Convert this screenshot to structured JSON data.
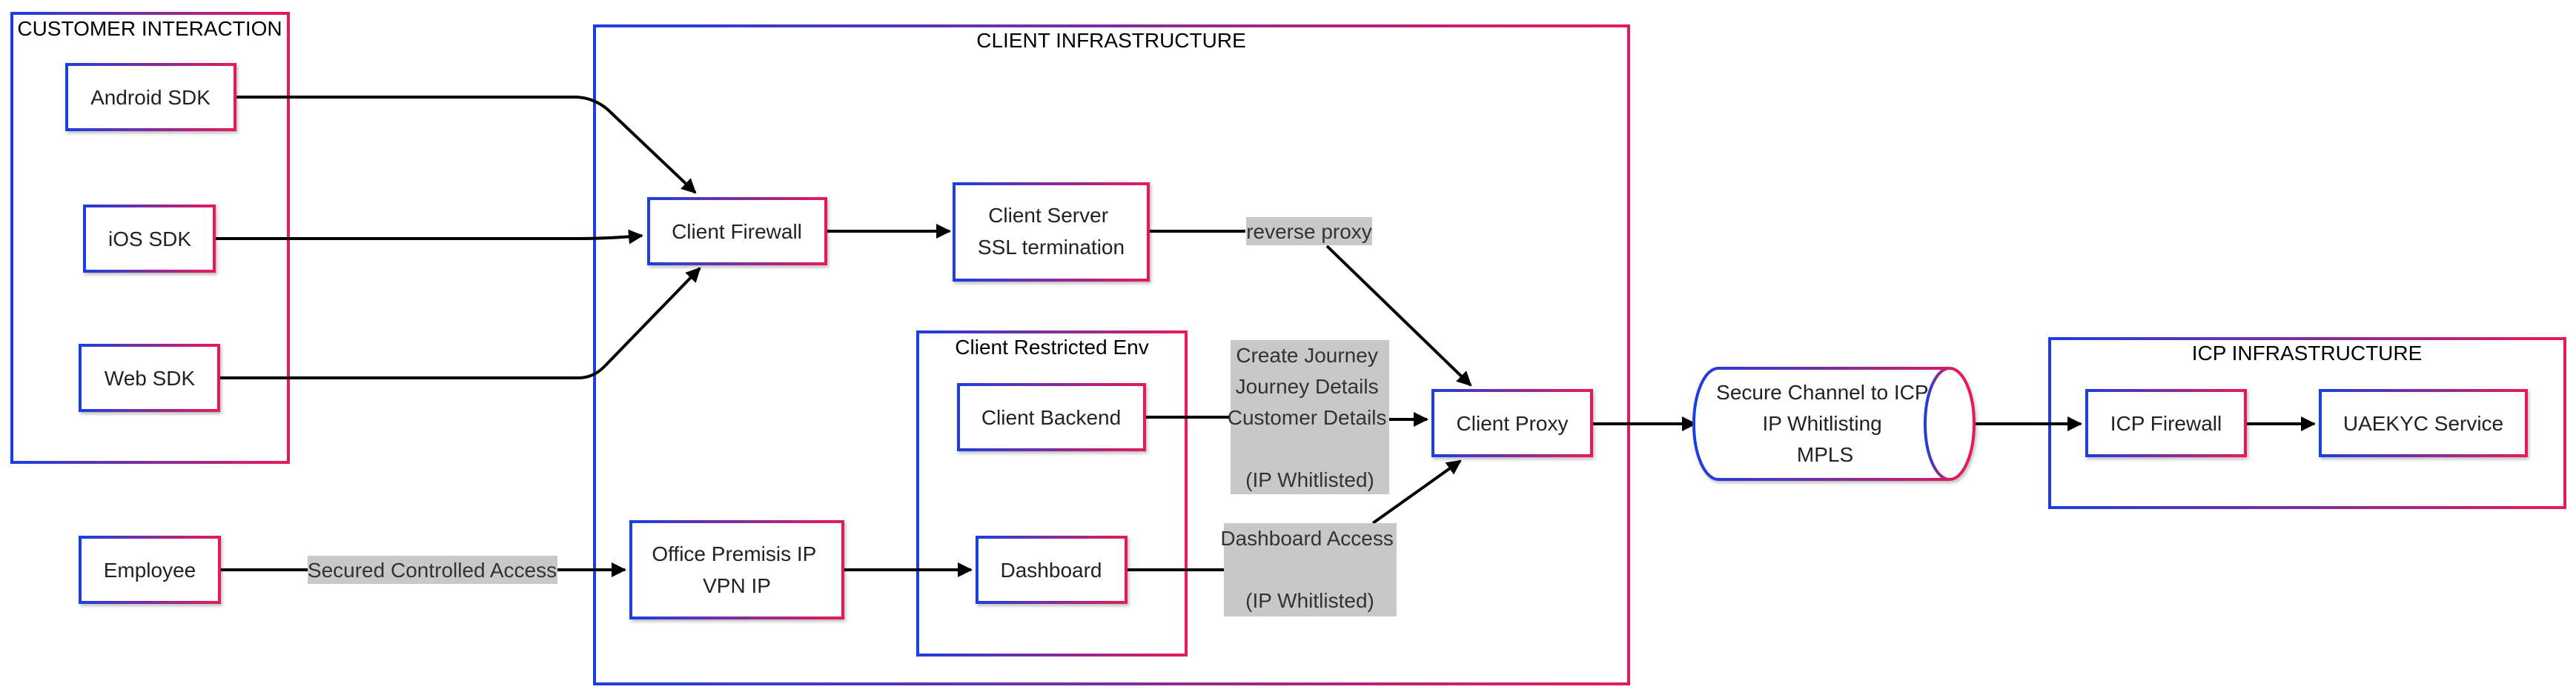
{
  "colors": {
    "grad_start": "#1a3fe0",
    "grad_end": "#e8195a",
    "label_bg": "#c8c8c8",
    "edge": "#000000"
  },
  "clusters": {
    "customer": "CUSTOMER INTERACTION",
    "client_infra": "CLIENT INFRASTRUCTURE",
    "restricted": "Client Restricted Env",
    "icp_infra": "ICP INFRASTRUCTURE"
  },
  "nodes": {
    "android": "Android SDK",
    "ios": "iOS SDK",
    "web": "Web SDK",
    "employee": "Employee",
    "firewall": "Client Firewall",
    "server": [
      "Client Server",
      "SSL termination"
    ],
    "backend": "Client Backend",
    "dashboard": "Dashboard",
    "office": [
      "Office Premisis IP",
      "VPN IP"
    ],
    "proxy": "Client Proxy",
    "channel": [
      "Secure Channel to ICP",
      "IP Whitlisting",
      "MPLS"
    ],
    "icp_firewall": "ICP Firewall",
    "uaekyc": "UAEKYC Service"
  },
  "edge_labels": {
    "reverse_proxy": "reverse proxy",
    "secured_access": "Secured Controlled Access",
    "backend_to_proxy": [
      "Create Journey",
      "Journey Details",
      "Customer Details",
      "",
      "(IP Whitlisted)"
    ],
    "dashboard_to_proxy": [
      "Dashboard Access",
      "",
      "(IP Whitlisted)"
    ]
  }
}
